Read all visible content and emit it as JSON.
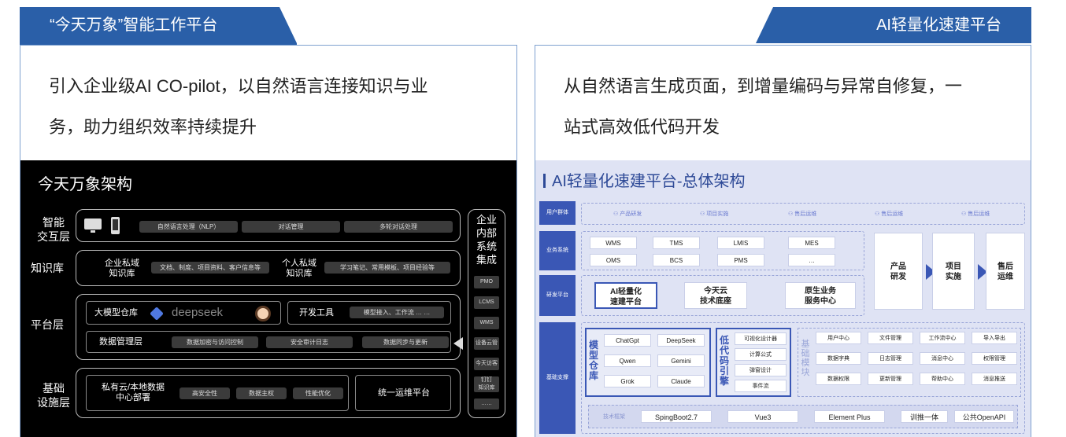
{
  "left": {
    "tag": "“今天万象”智能工作平台",
    "desc_line1": "引入企业级AI CO-pilot，以自然语言连接知识与业",
    "desc_line2": "务，助力组织效率持续提升"
  },
  "right": {
    "tag": "AI轻量化速建平台",
    "desc_line1": "从自然语言生成页面，到增量编码与异常自修复，一",
    "desc_line2": "站式高效低代码开发"
  },
  "dark": {
    "title": "今天万象架构",
    "layers": [
      {
        "label": "智能\n交互层",
        "pills": [
          "自然语言处理（NLP）",
          "对话管理",
          "多轮对话处理"
        ]
      },
      {
        "label": "知识库",
        "kb1": "企业私域\n知识库",
        "kb1_desc": "文档、制度、项目资料、客户信息等",
        "kb2": "个人私域\n知识库",
        "kb2_desc": "学习笔记、常用模板、项目经验等"
      },
      {
        "label": "平台层",
        "model_store": "大模型仓库",
        "brand": "deepseek",
        "dev_tools": "开发工具",
        "dev_desc": "模型接入、工作流 …  …",
        "data_mgmt": "数据管理层",
        "data_pills": [
          "数据加密与访问控制",
          "安全审计日志",
          "数据同步与更新"
        ]
      },
      {
        "label": "基础\n设施层",
        "deploy": "私有云/本地数据\n中心部署",
        "infra_pills": [
          "高安全性",
          "数据主权",
          "性能优化"
        ],
        "ops": "统一运维平台"
      }
    ],
    "side_title": "企业\n内部\n系统\n集成",
    "side_items": [
      "PMO",
      "LCMS",
      "WMS",
      "设备云管",
      "今天访客",
      "钉钉\n知识库",
      "……"
    ]
  },
  "arch": {
    "title": "AI轻量化速建平台-总体架构",
    "row_labels": [
      "用户群体",
      "业务系统",
      "研发平台",
      "基础支撑"
    ],
    "users": [
      "产品研发",
      "项目实施",
      "售后运维",
      "售后运维",
      "售后运维"
    ],
    "biz": [
      "WMS",
      "TMS",
      "LMIS",
      "MES",
      "OMS",
      "BCS",
      "PMS",
      "…"
    ],
    "flow": [
      "产品\n研发",
      "项目\n实施",
      "售后\n运维"
    ],
    "rd": [
      "AI轻量化\n速建平台",
      "今天云\n技术底座",
      "原生业务\n服务中心"
    ],
    "model_label": "模型仓库",
    "models": [
      "ChatGpt",
      "DeepSeek",
      "Qwen",
      "Gemini",
      "Grok",
      "Claude"
    ],
    "engine_label": "低代码引擎",
    "engine": [
      "可视化设计器",
      "计算公式",
      "弹窗设计",
      "事件流"
    ],
    "base_label": "基础模块",
    "base": [
      "用户中心",
      "文件管理",
      "工作流中心",
      "导入导出",
      "数据字典",
      "日志管理",
      "消息中心",
      "权限管理",
      "数据权限",
      "更新管理",
      "帮助中心",
      "消息推送"
    ],
    "tech_label": "技术框架",
    "tech": [
      "SpingBoot2.7",
      "Vue3",
      "Element Plus",
      "训推一体",
      "公共OpenAPI"
    ]
  },
  "colors": {
    "accent": "#2a5fa8",
    "dark_bg": "#000000",
    "arch_bg": "#dfe3f4",
    "arch_blue": "#3a57b5"
  }
}
